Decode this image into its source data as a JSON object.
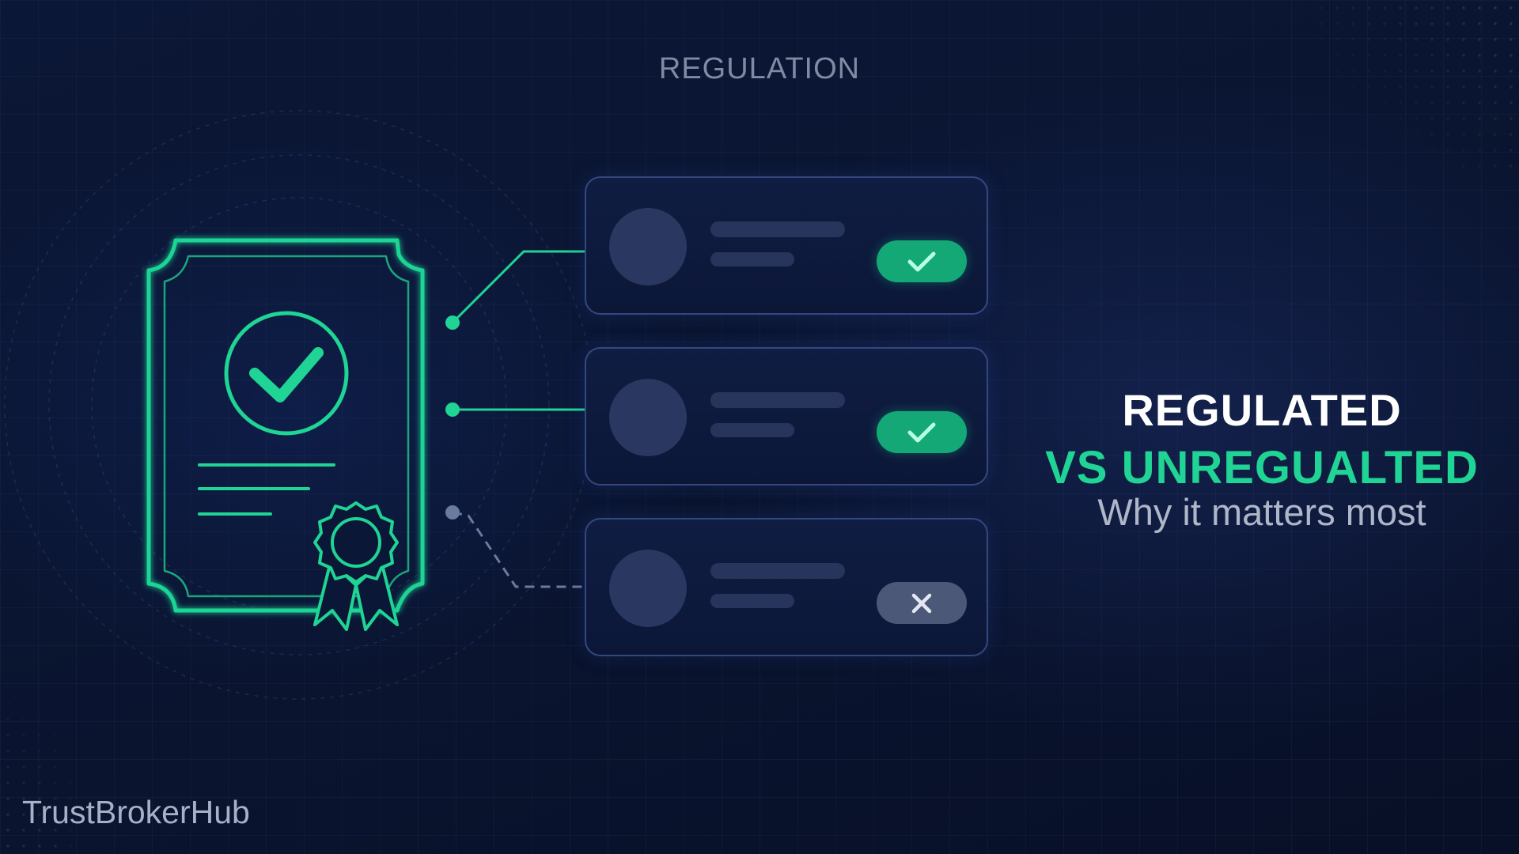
{
  "section_title": "REGULATION",
  "headline": {
    "line1": "REGULATED",
    "line2": "VS UNREGUALTED",
    "line3": "Why it matters most"
  },
  "brand": "TrustBrokerHub",
  "colors": {
    "background": "#0a1531",
    "accent_green": "#1fd494",
    "card_border": "#34477f",
    "inactive_gray": "#4b5877"
  },
  "icons": {
    "certificate": "certificate-icon",
    "ribbon": "award-ribbon-icon",
    "check": "check-icon",
    "cross": "x-icon"
  },
  "broker_cards": [
    {
      "status": "regulated",
      "icon": "check-icon"
    },
    {
      "status": "regulated",
      "icon": "check-icon"
    },
    {
      "status": "unregulated",
      "icon": "x-icon"
    }
  ]
}
